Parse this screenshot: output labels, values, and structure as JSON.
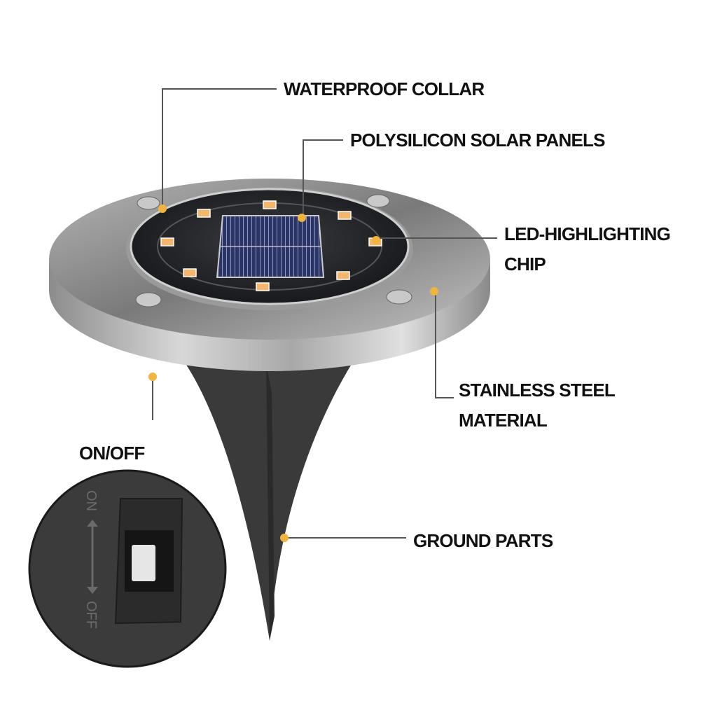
{
  "labels": {
    "waterproof_collar": "WATERPROOF COLLAR",
    "solar_panels": "POLYSILICON SOLAR PANELS",
    "led_line1": "LED-HIGHLIGHTING",
    "led_line2": "CHIP",
    "steel_line1": "STAINLESS STEEL",
    "steel_line2": "MATERIAL",
    "on_off": "ON/OFF",
    "ground_parts": "GROUND PARTS"
  },
  "switch": {
    "on": "ON",
    "off": "OFF"
  },
  "colors": {
    "marker": "#f2b43a",
    "leader": "#555555",
    "stake": "#3a3a3a",
    "led": "#f5b66a",
    "panel": "#2b3566"
  }
}
